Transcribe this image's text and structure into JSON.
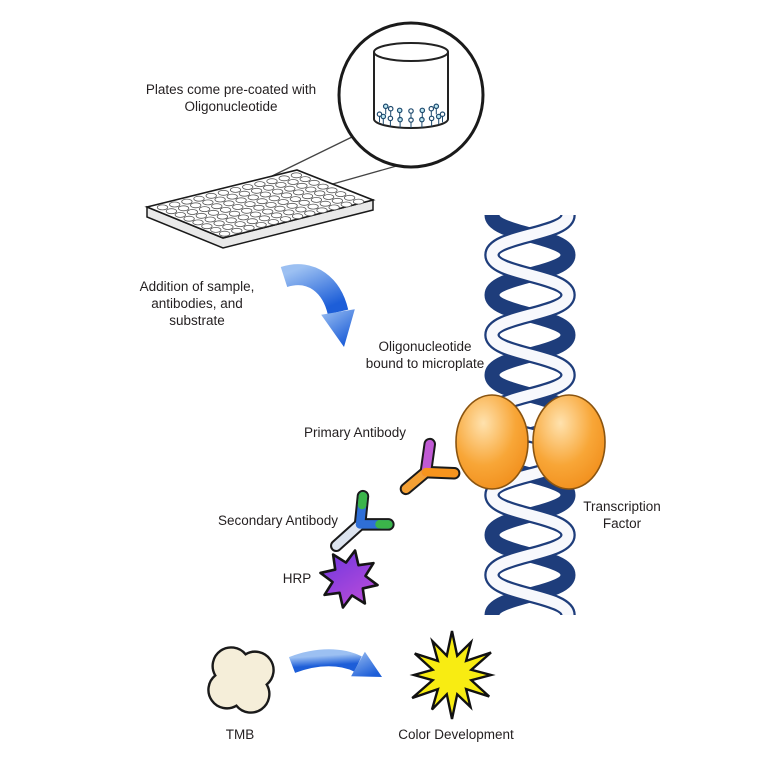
{
  "labels": {
    "plate": "Plates come pre-coated with\nOligonucleotide",
    "addition": "Addition of sample,\nantibodies, and\nsubstrate",
    "oligo": "Oligonucleotide\nbound to microplate",
    "primary_antibody": "Primary Antibody",
    "secondary_antibody": "Secondary Antibody",
    "hrp": "HRP",
    "transcription_factor": "Transcription\nFactor",
    "tmb": "TMB",
    "color_development": "Color Development"
  },
  "colors": {
    "arrow_blue": "#1d5ed8",
    "dna_navy": "#1e3d7b",
    "dna_white": "#f7f8fc",
    "tf_orange": "#f6921e",
    "hrp_purple": "#6a35e0",
    "hrp_magenta": "#c44fd8",
    "tmb_cream": "#f5eed9",
    "burst_yellow": "#f8ec12",
    "antibody_primary_orange": "#f7941d",
    "antibody_primary_purple": "#c05ad4",
    "antibody_secondary_blue": "#2f6fd6",
    "antibody_secondary_green": "#3bb54a",
    "text": "#231f20"
  }
}
